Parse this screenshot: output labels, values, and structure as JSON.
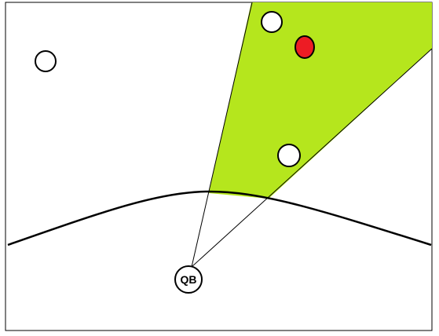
{
  "colors": {
    "background": "#ffffff",
    "border": "#000000",
    "vision_cone": "#b5e61d",
    "player_fill": "#ffffff",
    "player_outline": "#000000",
    "highlighted_player": "#ed1c24",
    "line_of_scrimmage": "#000000"
  },
  "qb": {
    "label": "QB"
  },
  "players": [
    {
      "role": "receiver",
      "status": "open"
    },
    {
      "role": "receiver",
      "status": "open"
    },
    {
      "role": "receiver",
      "status": "highlighted"
    },
    {
      "role": "receiver",
      "status": "open"
    }
  ]
}
